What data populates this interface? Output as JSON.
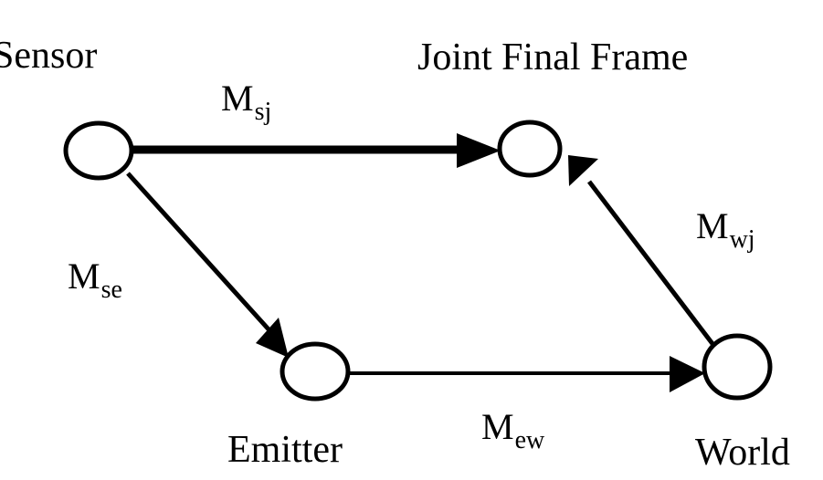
{
  "diagram": {
    "nodes": [
      {
        "id": "sensor",
        "label": "Sensor"
      },
      {
        "id": "joint",
        "label": "Joint Final Frame"
      },
      {
        "id": "emitter",
        "label": "Emitter"
      },
      {
        "id": "world",
        "label": "World"
      }
    ],
    "edges": [
      {
        "id": "sj",
        "from": "sensor",
        "to": "joint",
        "symbol": "M",
        "subscript": "sj",
        "emphasis": "bold"
      },
      {
        "id": "se",
        "from": "sensor",
        "to": "emitter",
        "symbol": "M",
        "subscript": "se",
        "emphasis": "normal"
      },
      {
        "id": "ew",
        "from": "emitter",
        "to": "world",
        "symbol": "M",
        "subscript": "ew",
        "emphasis": "normal"
      },
      {
        "id": "wj",
        "from": "world",
        "to": "joint",
        "symbol": "M",
        "subscript": "wj",
        "emphasis": "normal"
      }
    ],
    "colors": {
      "stroke": "#000000",
      "background": "#ffffff"
    }
  }
}
